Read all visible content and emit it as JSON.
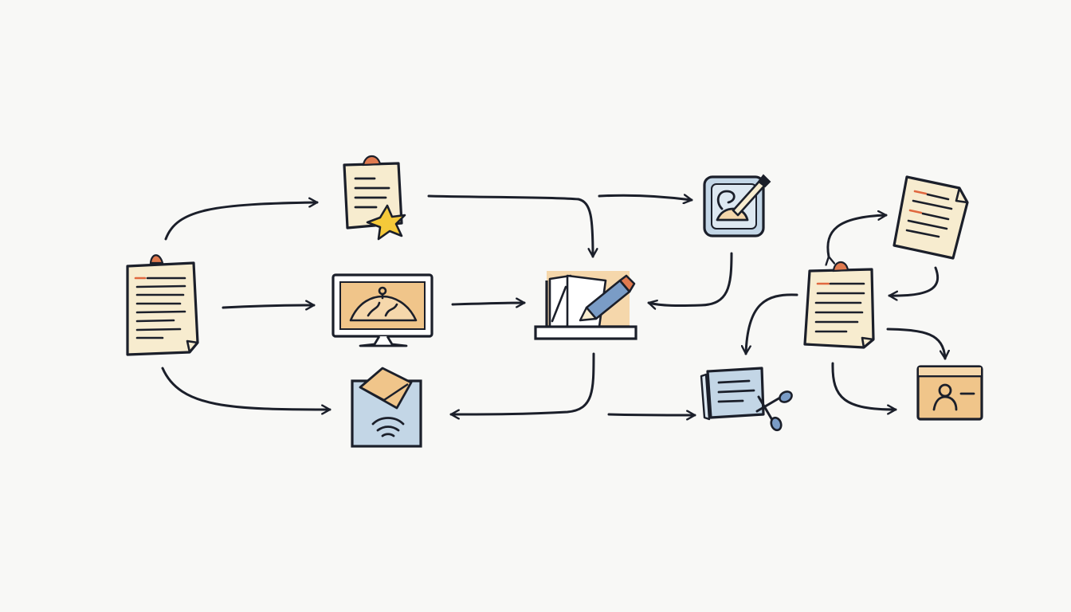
{
  "diagram": {
    "colors": {
      "background": "#f8f8f6",
      "ink": "#1b1f2a",
      "paper": "#f7eccf",
      "orange": "#f0c58a",
      "orange_light": "#f5d7ab",
      "blue": "#c3d6e6",
      "blue_light": "#dde8f1",
      "clip": "#e07a4f",
      "star": "#f5c93a",
      "red_mark": "#e0683f"
    },
    "nodes": [
      {
        "id": "source-document",
        "icon": "document-icon"
      },
      {
        "id": "starred-document",
        "icon": "starred-clipboard-icon"
      },
      {
        "id": "monitor",
        "icon": "monitor-icon"
      },
      {
        "id": "mail-inbox",
        "icon": "mail-inbox-icon"
      },
      {
        "id": "editor-laptop",
        "icon": "laptop-pencil-icon"
      },
      {
        "id": "edit-panel",
        "icon": "edit-panel-icon"
      },
      {
        "id": "report-document",
        "icon": "report-document-icon"
      },
      {
        "id": "clipboard-hub",
        "icon": "clipboard-hub-icon"
      },
      {
        "id": "cut-notes",
        "icon": "notes-scissors-icon"
      },
      {
        "id": "profile-card",
        "icon": "profile-card-icon"
      }
    ],
    "edges": [
      {
        "from": "source-document",
        "to": "starred-document"
      },
      {
        "from": "source-document",
        "to": "monitor"
      },
      {
        "from": "source-document",
        "to": "mail-inbox"
      },
      {
        "from": "starred-document",
        "to": "editor-laptop"
      },
      {
        "from": "monitor",
        "to": "editor-laptop"
      },
      {
        "from": "editor-laptop",
        "to": "mail-inbox"
      },
      {
        "from": "editor-laptop",
        "to": "edit-panel"
      },
      {
        "from": "edit-panel",
        "to": "editor-laptop"
      },
      {
        "from": "editor-laptop",
        "to": "cut-notes"
      },
      {
        "from": "clipboard-hub",
        "to": "report-document"
      },
      {
        "from": "report-document",
        "to": "clipboard-hub"
      },
      {
        "from": "clipboard-hub",
        "to": "cut-notes"
      },
      {
        "from": "clipboard-hub",
        "to": "profile-card"
      }
    ]
  }
}
